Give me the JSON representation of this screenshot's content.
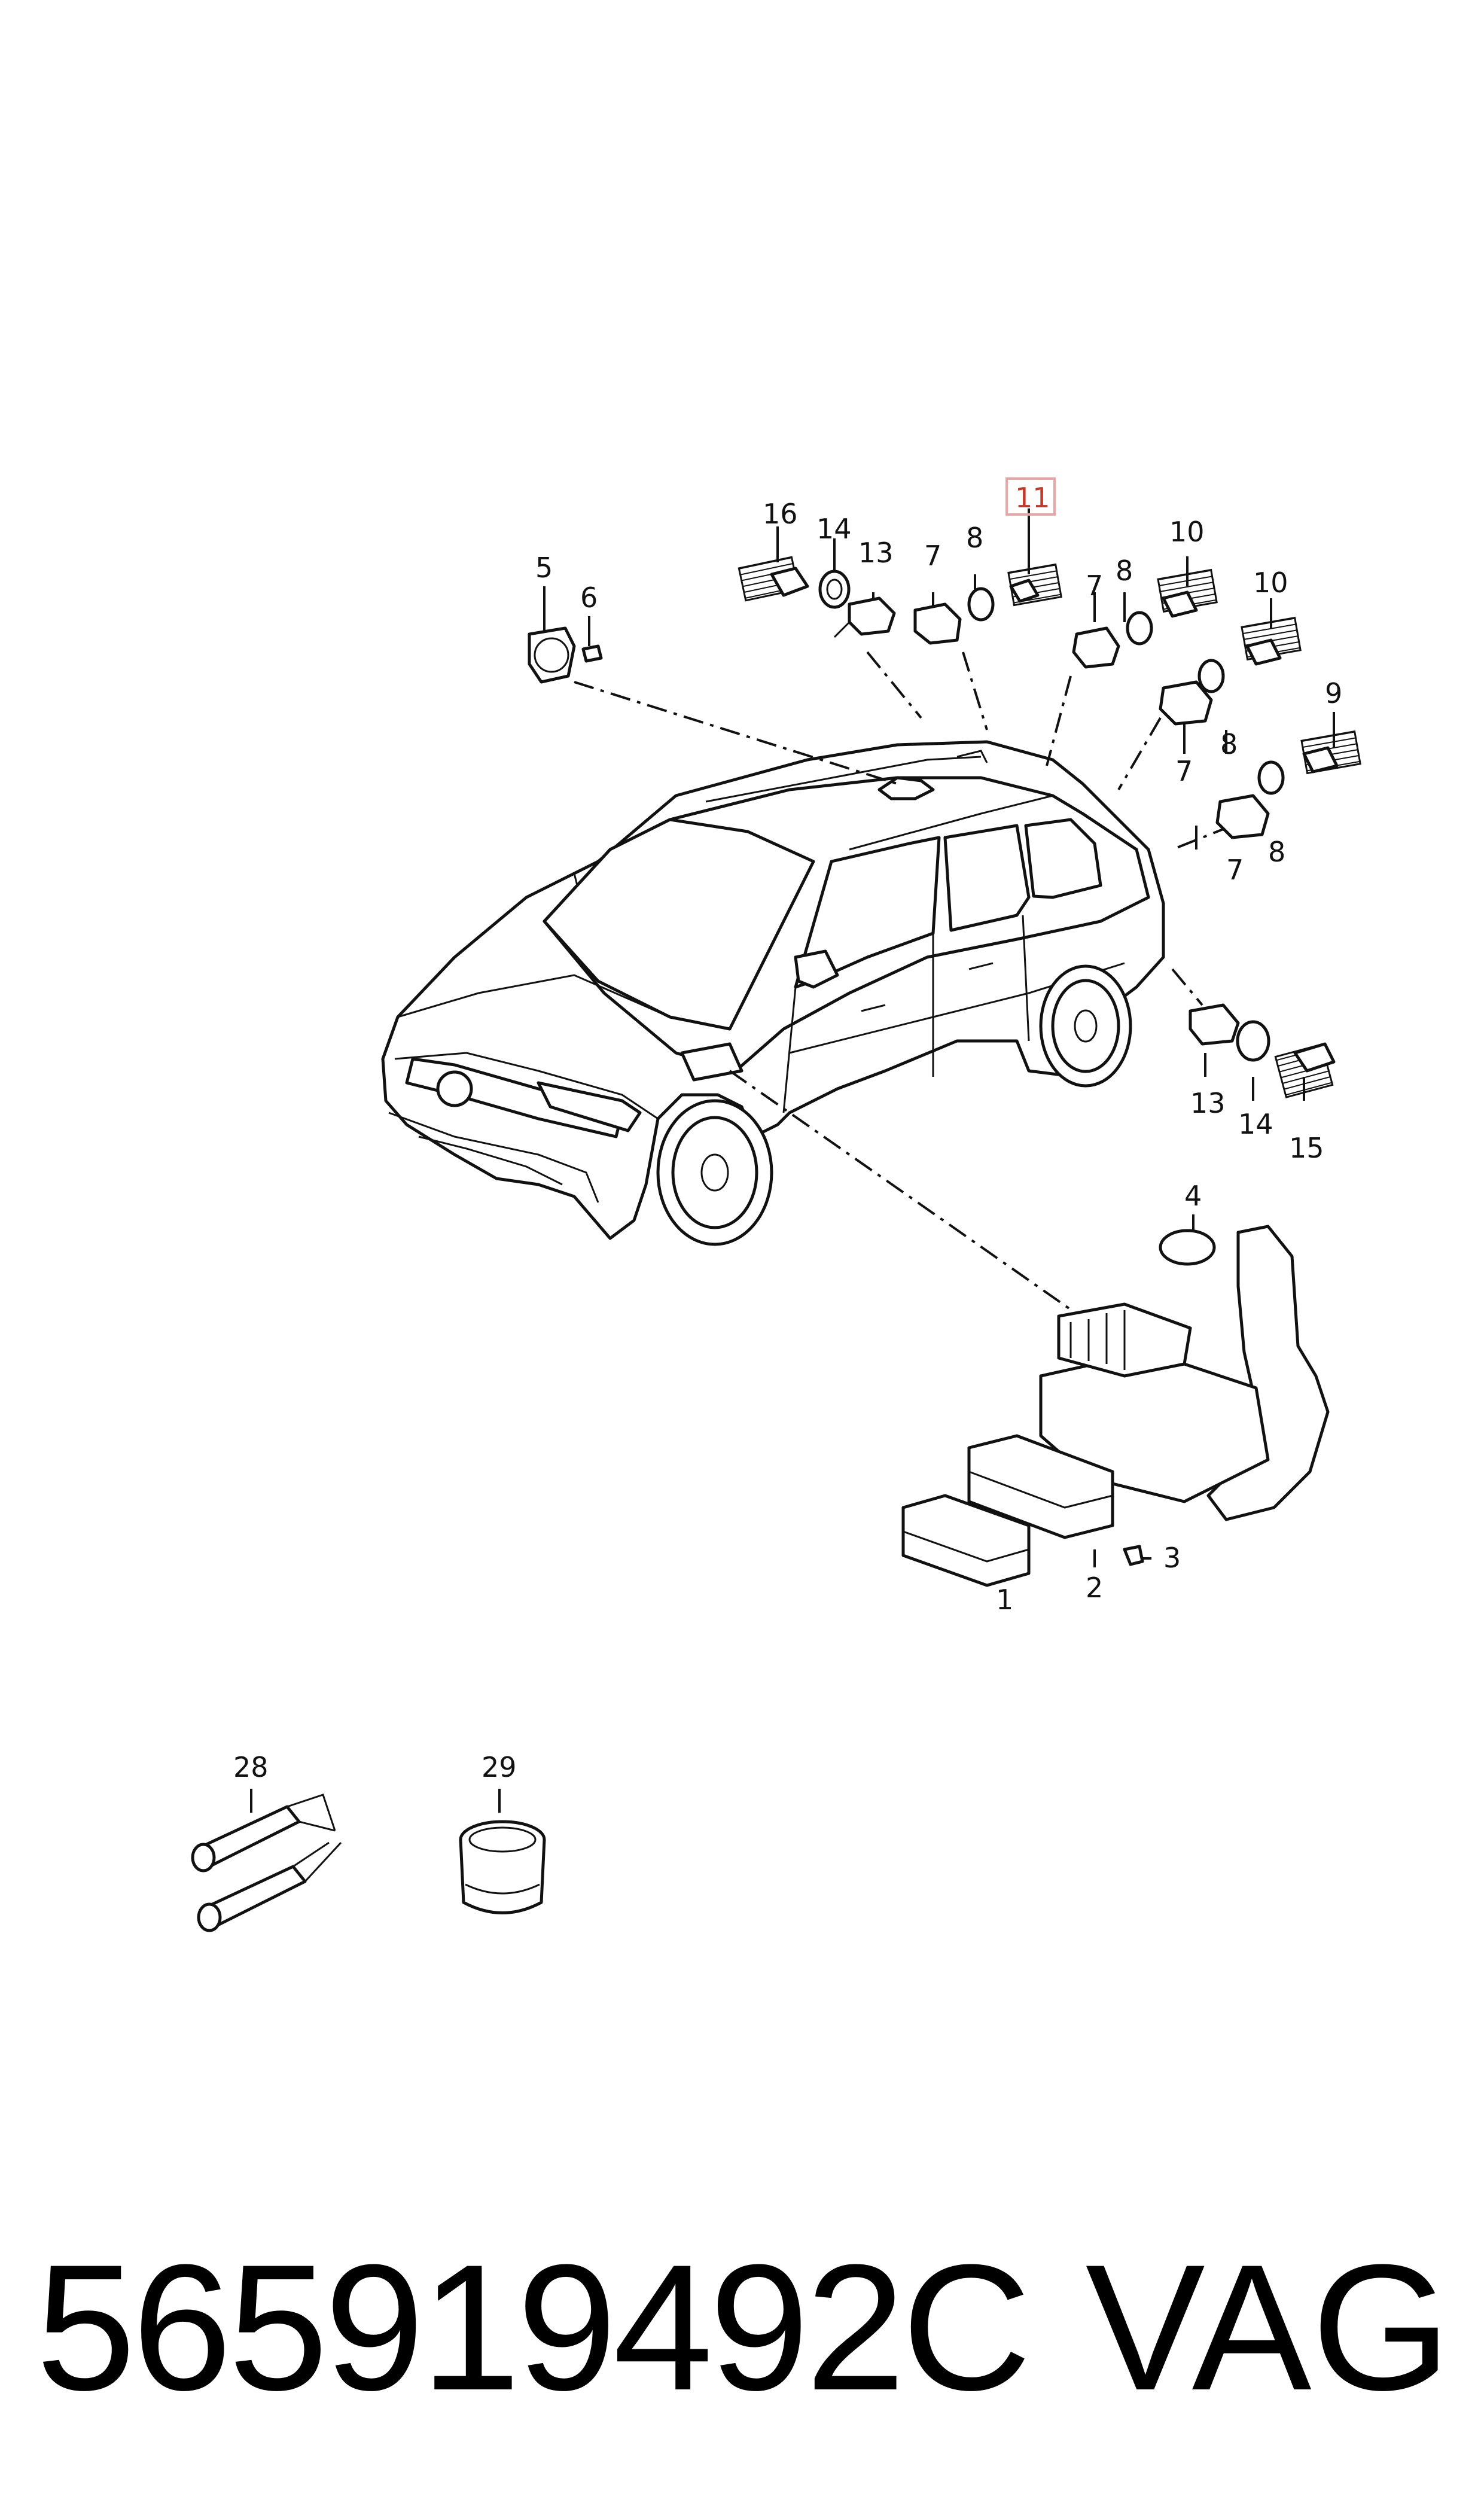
{
  "diagram": {
    "callouts": {
      "c1": "1",
      "c2": "2",
      "c3": "3",
      "c4": "4",
      "c5": "5",
      "c6": "6",
      "c7a": "7",
      "c7b": "7",
      "c7c": "7",
      "c7d": "7",
      "c8a": "8",
      "c8b": "8",
      "c8c": "8",
      "c8d": "8",
      "c9": "9",
      "c10a": "10",
      "c10b": "10",
      "c11": "11",
      "c13a": "13",
      "c13b": "13",
      "c14a": "14",
      "c14b": "14",
      "c15": "15",
      "c16": "16",
      "c28": "28",
      "c29": "29"
    },
    "highlighted_callout": "11",
    "highlight_color": "#e8a5a5"
  },
  "footer": {
    "part_number": "565919492C",
    "brand": "VAG"
  }
}
